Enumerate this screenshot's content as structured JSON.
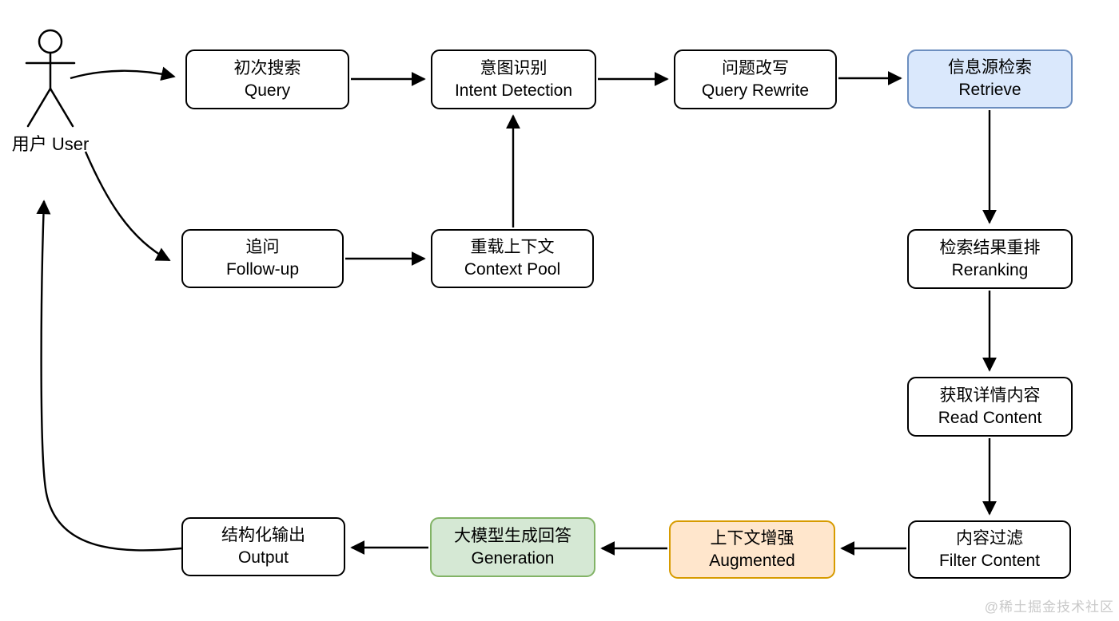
{
  "user": {
    "zh": "用户",
    "en": "User"
  },
  "nodes": {
    "query": {
      "zh": "初次搜索",
      "en": "Query"
    },
    "intent": {
      "zh": "意图识别",
      "en": "Intent Detection"
    },
    "rewrite": {
      "zh": "问题改写",
      "en": "Query Rewrite"
    },
    "retrieve": {
      "zh": "信息源检索",
      "en": "Retrieve",
      "highlight": "blue"
    },
    "followup": {
      "zh": "追问",
      "en": "Follow-up"
    },
    "context_pool": {
      "zh": "重载上下文",
      "en": "Context Pool"
    },
    "reranking": {
      "zh": "检索结果重排",
      "en": "Reranking"
    },
    "read_content": {
      "zh": "获取详情内容",
      "en": "Read Content"
    },
    "filter_content": {
      "zh": "内容过滤",
      "en": "Filter Content"
    },
    "augmented": {
      "zh": "上下文增强",
      "en": "Augmented",
      "highlight": "orange"
    },
    "generation": {
      "zh": "大模型生成回答",
      "en": "Generation",
      "highlight": "green"
    },
    "output": {
      "zh": "结构化输出",
      "en": "Output"
    }
  },
  "edges": [
    {
      "from": "user",
      "to": "query"
    },
    {
      "from": "user",
      "to": "followup"
    },
    {
      "from": "query",
      "to": "intent"
    },
    {
      "from": "intent",
      "to": "rewrite"
    },
    {
      "from": "rewrite",
      "to": "retrieve"
    },
    {
      "from": "retrieve",
      "to": "reranking"
    },
    {
      "from": "reranking",
      "to": "read_content"
    },
    {
      "from": "read_content",
      "to": "filter_content"
    },
    {
      "from": "filter_content",
      "to": "augmented"
    },
    {
      "from": "augmented",
      "to": "generation"
    },
    {
      "from": "generation",
      "to": "output"
    },
    {
      "from": "output",
      "to": "user"
    },
    {
      "from": "followup",
      "to": "context_pool"
    },
    {
      "from": "context_pool",
      "to": "intent"
    }
  ],
  "colors": {
    "node_fill": "#ffffff",
    "node_border": "#000000",
    "blue_fill": "#dae8fc",
    "blue_border": "#6c8ebf",
    "orange_fill": "#ffe6cc",
    "orange_border": "#d79b00",
    "green_fill": "#d5e8d4",
    "green_border": "#82b366",
    "watermark": "#c9c9c9"
  },
  "watermark": "@稀土掘金技术社区"
}
